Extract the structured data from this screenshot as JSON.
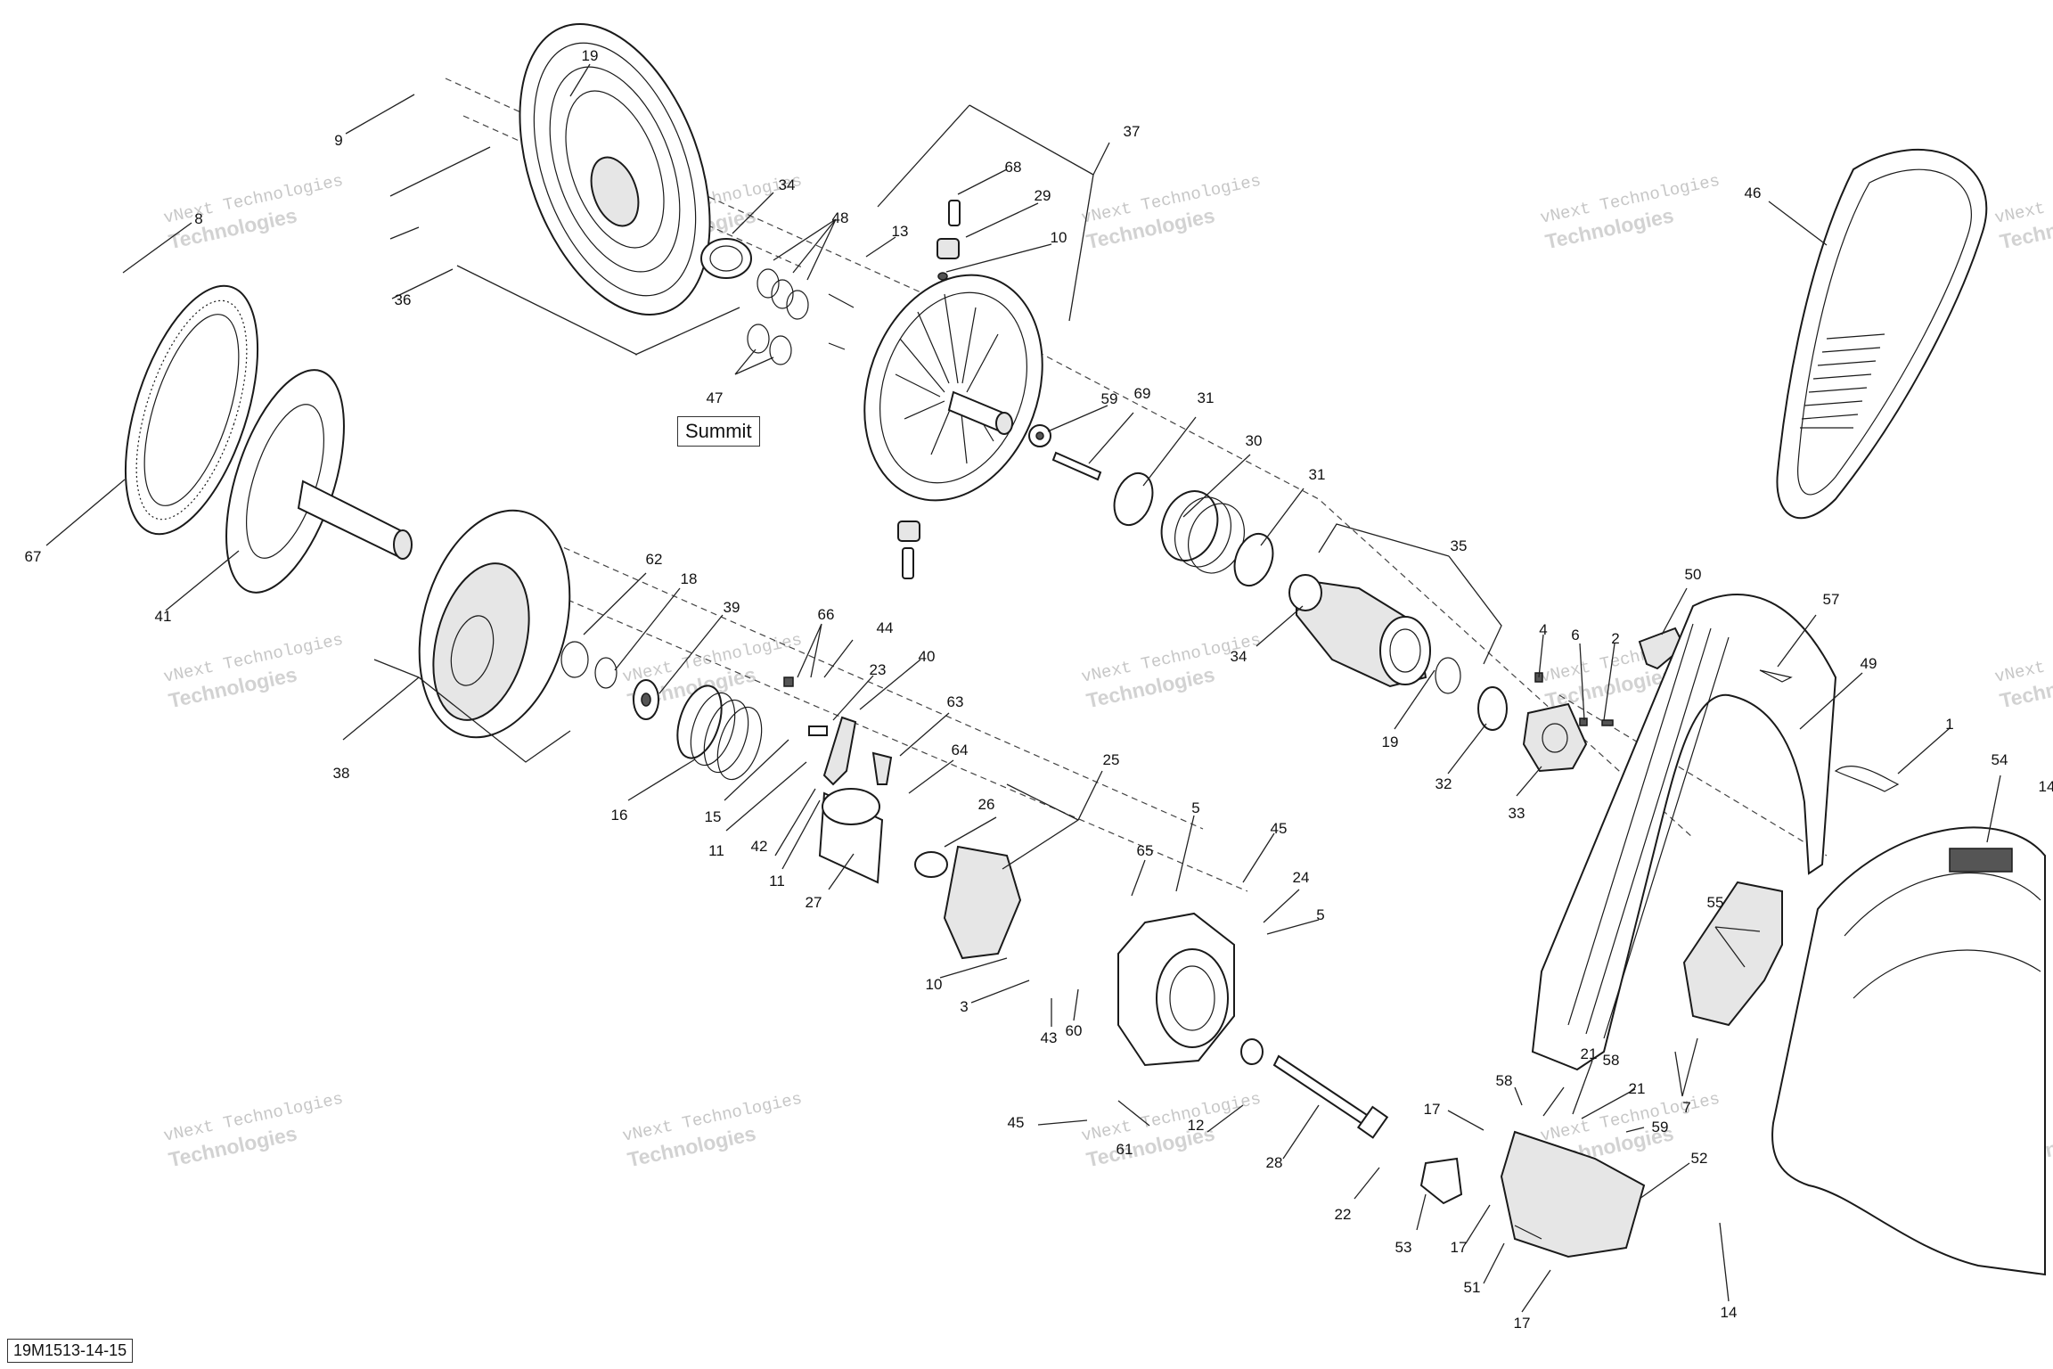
{
  "diagram_id": "19M1513-14-15",
  "variant_label": "Summit",
  "watermark": {
    "line1": "vNext Technologies",
    "line2": "Technologies"
  },
  "part_numbers": {
    "p19": "19",
    "p9": "9",
    "p36": "36",
    "p34a": "34",
    "p48": "48",
    "p47": "47",
    "p13": "13",
    "p68": "68",
    "p29": "29",
    "p10a": "10",
    "p37": "37",
    "p46": "46",
    "p8": "8",
    "p67": "67",
    "p41": "41",
    "p59": "59",
    "p69": "69",
    "p31a": "31",
    "p30": "30",
    "p31b": "31",
    "p35": "35",
    "p62": "62",
    "p18": "18",
    "p39": "39",
    "p66": "66",
    "p44": "44",
    "p23": "23",
    "p40": "40",
    "p63": "63",
    "p64": "64",
    "p25": "25",
    "p26": "26",
    "p38": "38",
    "p16": "16",
    "p15": "15",
    "p11a": "11",
    "p42": "42",
    "p11b": "11",
    "p27": "27",
    "p34b": "34",
    "p19b": "19",
    "p32": "32",
    "p33": "33",
    "p4": "4",
    "p6": "6",
    "p2": "2",
    "p50": "50",
    "p57": "57",
    "p49": "49",
    "p1": "1",
    "p54": "54",
    "p14a": "14",
    "p5a": "5",
    "p45a": "45",
    "p65": "65",
    "p24": "24",
    "p5b": "5",
    "p10b": "10",
    "p3": "3",
    "p43": "43",
    "p60": "60",
    "p55": "55",
    "p7": "7",
    "p45b": "45",
    "p61": "61",
    "p12": "12",
    "p28": "28",
    "p21a": "21",
    "p58a": "58",
    "p58b": "58",
    "p21b": "21",
    "p17a": "17",
    "p59b": "59",
    "p22": "22",
    "p53": "53",
    "p52": "52",
    "p17b": "17",
    "p51": "51",
    "p17c": "17",
    "p14b": "14"
  }
}
